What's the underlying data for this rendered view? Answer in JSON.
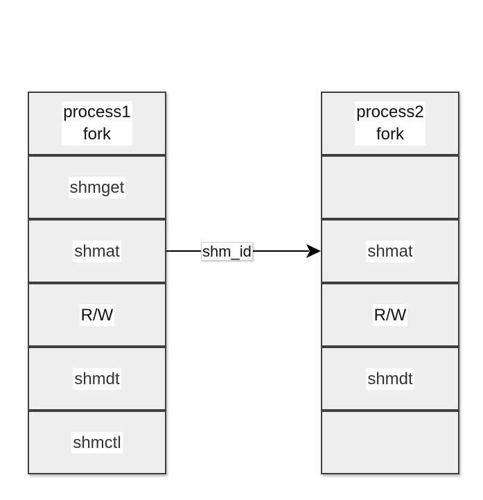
{
  "process1": {
    "title_line1": "process1",
    "title_line2": "fork",
    "steps": [
      "shmget",
      "shmat",
      "R/W",
      "shmdt",
      "shmctl"
    ]
  },
  "process2": {
    "title_line1": "process2",
    "title_line2": "fork",
    "steps": [
      "",
      "shmat",
      "R/W",
      "shmdt",
      ""
    ]
  },
  "connector": {
    "label": "shm_id"
  }
}
